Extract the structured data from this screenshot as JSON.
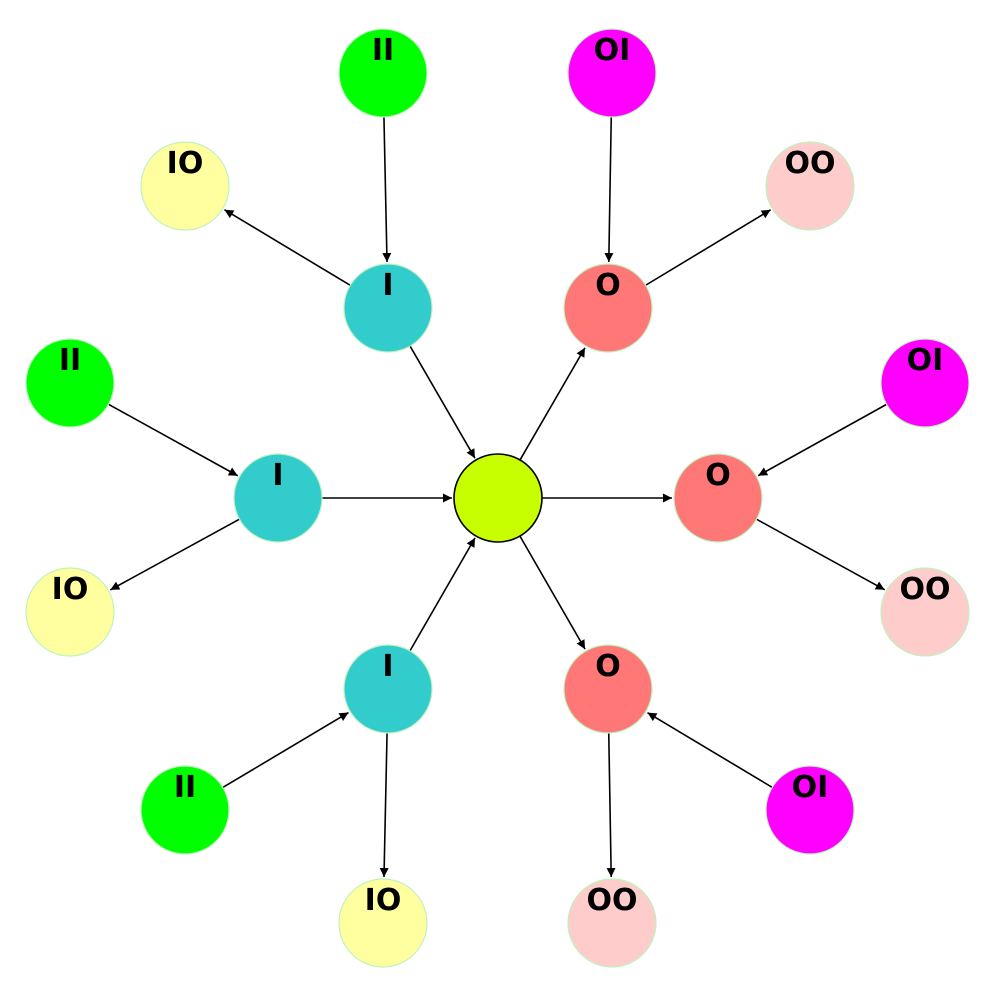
{
  "colors": {
    "center": "#c8ff00",
    "I": "#33cccc",
    "O": "#ff7777",
    "II": "#00ff00",
    "IO": "#ffffa0",
    "OI": "#ff00ff",
    "OO": "#ffcccc",
    "edge": "#000000"
  },
  "nodes": {
    "center": "",
    "i_top": "I",
    "i_left": "I",
    "i_bottom": "I",
    "o_top": "O",
    "o_right": "O",
    "o_bottom": "O",
    "ii_top": "II",
    "ii_left": "II",
    "ii_bottom": "II",
    "io_top": "IO",
    "io_left": "IO",
    "io_bottom": "IO",
    "oi_top": "OI",
    "oi_right": "OI",
    "oi_bottom": "OI",
    "oo_top": "OO",
    "oo_right": "OO",
    "oo_bottom": "OO"
  },
  "edges": [
    {
      "from": "i_top",
      "to": "center"
    },
    {
      "from": "i_left",
      "to": "center"
    },
    {
      "from": "i_bottom",
      "to": "center"
    },
    {
      "from": "center",
      "to": "o_top"
    },
    {
      "from": "center",
      "to": "o_right"
    },
    {
      "from": "center",
      "to": "o_bottom"
    },
    {
      "from": "ii_top",
      "to": "i_top"
    },
    {
      "from": "ii_left",
      "to": "i_left"
    },
    {
      "from": "ii_bottom",
      "to": "i_bottom"
    },
    {
      "from": "i_top",
      "to": "io_top"
    },
    {
      "from": "i_left",
      "to": "io_left"
    },
    {
      "from": "i_bottom",
      "to": "io_bottom"
    },
    {
      "from": "oi_top",
      "to": "o_top"
    },
    {
      "from": "oi_right",
      "to": "o_right"
    },
    {
      "from": "oi_bottom",
      "to": "o_bottom"
    },
    {
      "from": "o_top",
      "to": "oo_top"
    },
    {
      "from": "o_right",
      "to": "oo_right"
    },
    {
      "from": "o_bottom",
      "to": "oo_bottom"
    }
  ]
}
